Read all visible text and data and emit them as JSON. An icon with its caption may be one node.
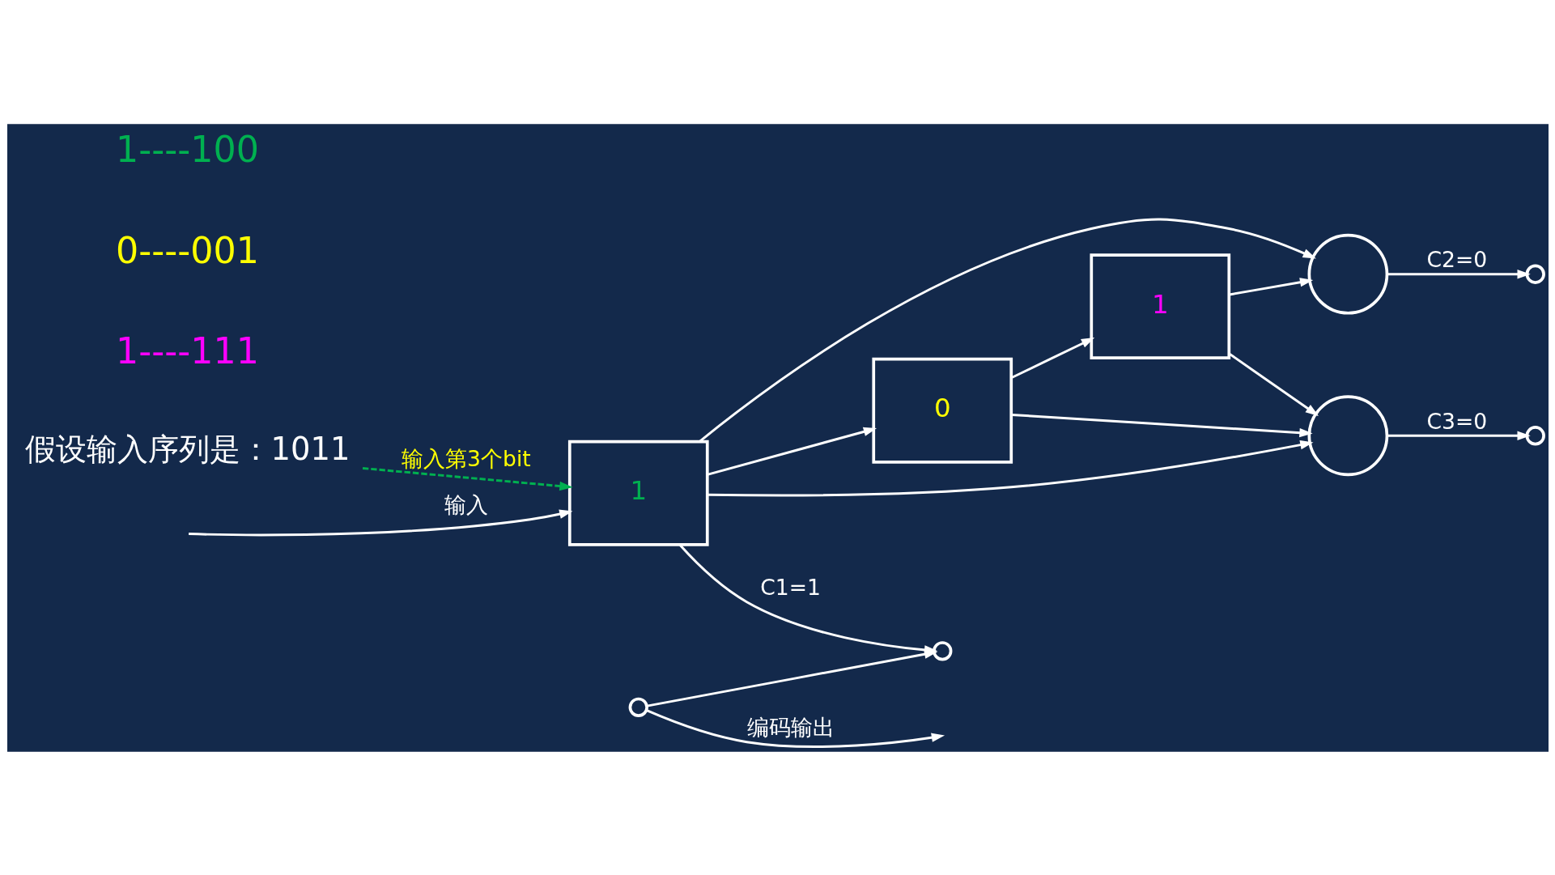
{
  "diagram": {
    "nodes": [
      {
        "text": [
          "假设输入序列是：1011"
        ]
      },
      {
        "text": [
          "1"
        ]
      },
      {
        "text": [
          "0"
        ]
      },
      {
        "text": [
          "1"
        ]
      },
      {
        "text": [],
        "shape": "circle"
      },
      {
        "text": [],
        "shape": "circle"
      },
      {
        "text": [],
        "shape": "circle"
      },
      {
        "text": [],
        "shape": "circle"
      },
      {
        "text": [],
        "shape": "circle"
      },
      {
        "text": [],
        "shape": "circle"
      }
    ],
    "edges": [
      {
        "from": 0,
        "to": 1,
        "arrow": "to",
        "label": "输入第3个bit",
        "style": "dashed",
        "color": "#00b050"
      },
      {
        "from": null,
        "to": 1,
        "arrow": "to",
        "label": "输入"
      },
      {
        "from": 1,
        "to": 2,
        "arrow": "to"
      },
      {
        "from": 2,
        "to": 3,
        "arrow": "to"
      },
      {
        "from": 1,
        "to": 4,
        "arrow": "to"
      },
      {
        "from": 1,
        "to": 5,
        "arrow": "to"
      },
      {
        "from": 2,
        "to": 5,
        "arrow": "to"
      },
      {
        "from": 3,
        "to": 5,
        "arrow": "to"
      },
      {
        "from": 3,
        "to": 4,
        "arrow": "to"
      },
      {
        "from": 5,
        "to": 6,
        "arrow": "to",
        "label": "C3=0"
      },
      {
        "from": 4,
        "to": 7,
        "arrow": "to",
        "label": "C2=0"
      },
      {
        "from": 1,
        "to": 8,
        "arrow": "to",
        "label": "C1=1"
      },
      {
        "from": 9,
        "to": 8,
        "arrow": "to"
      },
      {
        "from": 9,
        "to": null,
        "arrow": "to",
        "label": "编码输出"
      }
    ],
    "labels": [
      "1----111",
      "0----001",
      "1----100"
    ]
  }
}
